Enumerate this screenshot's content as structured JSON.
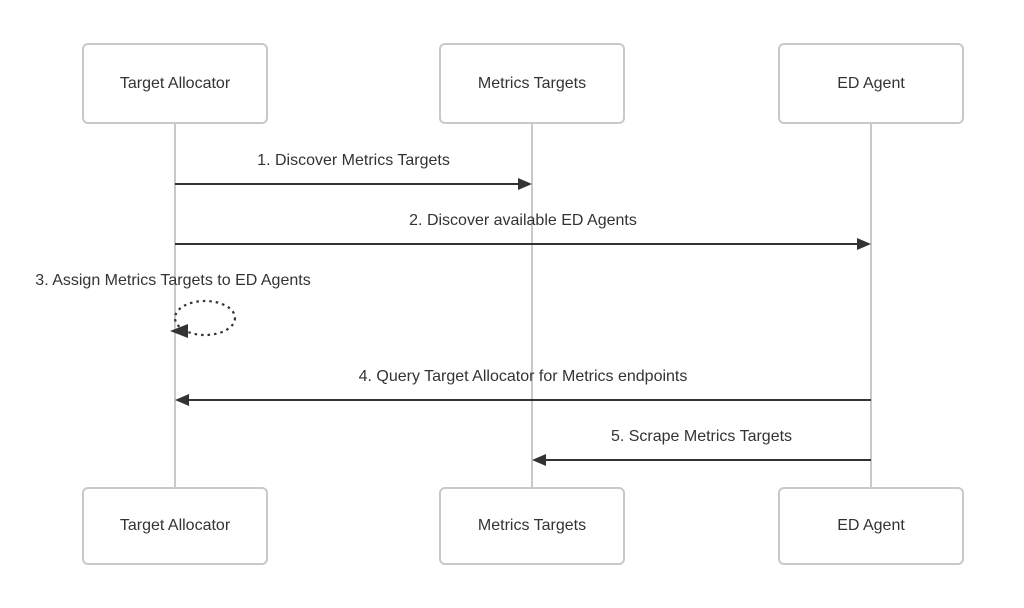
{
  "diagram": {
    "type": "sequence",
    "actors": [
      {
        "name": "Target Allocator"
      },
      {
        "name": "Metrics Targets"
      },
      {
        "name": "ED Agent"
      }
    ],
    "messages": [
      {
        "label": "1. Discover Metrics Targets",
        "from": "Target Allocator",
        "to": "Metrics Targets",
        "style": "solid"
      },
      {
        "label": "2. Discover available ED Agents",
        "from": "Target Allocator",
        "to": "ED Agent",
        "style": "solid"
      },
      {
        "label": "3. Assign Metrics Targets to ED Agents",
        "from": "Target Allocator",
        "to": "Target Allocator",
        "style": "dotted-self-loop"
      },
      {
        "label": "4. Query Target Allocator for Metrics endpoints",
        "from": "ED Agent",
        "to": "Target Allocator",
        "style": "solid"
      },
      {
        "label": "5. Scrape Metrics Targets",
        "from": "ED Agent",
        "to": "Metrics Targets",
        "style": "solid"
      }
    ],
    "colors": {
      "background": "#ffffff",
      "box_border": "#c9c9c9",
      "lifeline": "#c9c9c9",
      "arrow": "#333333",
      "text": "#333333"
    }
  }
}
